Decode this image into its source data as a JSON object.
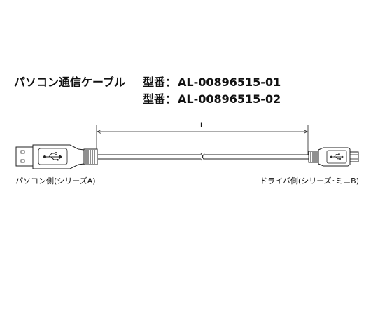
{
  "title": {
    "product_name": "パソコン通信ケーブル",
    "model_label": "型番：",
    "models": [
      "AL-00896515-01",
      "AL-00896515-02"
    ]
  },
  "dimension": {
    "label": "L"
  },
  "connectors": {
    "left": {
      "caption": "パソコン側(シリーズA)",
      "type": "USB Series A",
      "icon": "usb-symbol-icon"
    },
    "right": {
      "caption": "ドライバ側(シリーズ･ミニB)",
      "type": "USB Series Mini-B",
      "icon": "usb-symbol-icon"
    }
  },
  "colors": {
    "line": "#222222",
    "background": "#ffffff"
  }
}
